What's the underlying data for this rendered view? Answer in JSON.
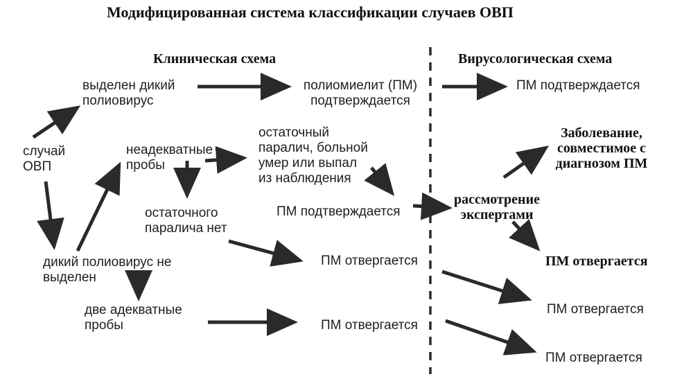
{
  "title": "Модифицированная система классификации случаев ОВП",
  "clinical_header": "Клиническая схема",
  "virological_header": "Вирусологическая схема",
  "nodes": {
    "afp_case": "случай\nОВП",
    "wild_isolated": "выделен дикий\nполиовирус",
    "polio_confirmed_clin": "полиомиелит (ПМ)\nподтверждается",
    "inadequate_samples": "неадекватные\nпробы",
    "residual_paralysis": "остаточный\nпаралич, больной\nумер или выпал\nиз наблюдения",
    "no_residual_paralysis": "остаточного\nпаралича нет",
    "wild_not_isolated": "дикий полиовирус не\nвыделен",
    "two_adequate_samples": "две адекватные\nпробы",
    "pm_confirmed_mid": "ПМ подтверждается",
    "pm_rejected_mid": "ПМ отвергается",
    "pm_rejected_bottom": "ПМ отвергается",
    "pm_confirmed_right": "ПМ подтверждается",
    "compatible": "Заболевание,\nсовместимое с\nдиагнозом ПМ",
    "expert_review": "рассмотрение\nэкспертами",
    "pm_rejected_bold": "ПМ отвергается",
    "pm_rejected_right1": "ПМ отвергается",
    "pm_rejected_right2": "ПМ отвергается"
  },
  "colors": {
    "ink": "#1e1e1e",
    "arrow": "#2a2a2a"
  }
}
